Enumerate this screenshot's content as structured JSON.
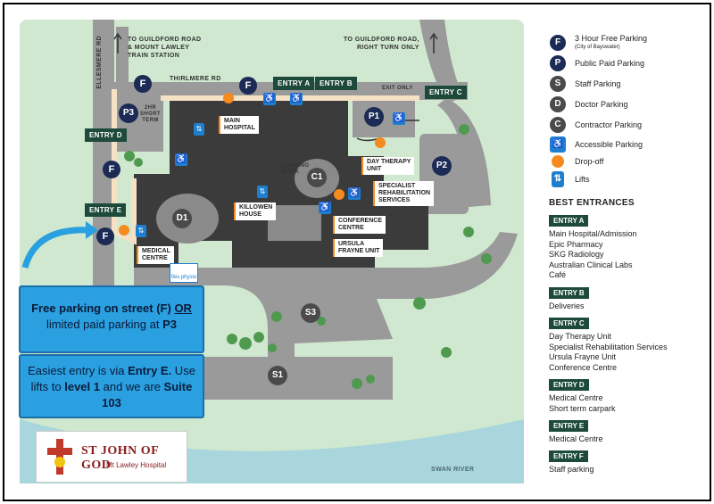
{
  "roads": {
    "ellesmere": "ELLESMERE RD",
    "thirlmere": "THIRLMERE RD",
    "to_guildford_left": "TO GUILDFORD ROAD\n& MOUNT LAWLEY\nTRAIN STATION",
    "to_guildford_right": "TO GUILDFORD ROAD,\nRIGHT TURN ONLY",
    "exit_only": "EXIT ONLY",
    "loading_dock": "LOADING\nDOCK",
    "short_term": "2HR\nSHORT\nTERM",
    "swan_river": "SWAN RIVER"
  },
  "buildings": {
    "main_hospital": "MAIN\nHOSPITAL",
    "day_therapy": "DAY THERAPY\nUNIT",
    "specialist": "SPECIALIST\nREHABILITATION\nSERVICES",
    "killowen": "KILLOWEN\nHOUSE",
    "conference": "CONFERENCE\nCENTRE",
    "ursula": "URSULA\nFRAYNE UNIT",
    "medical": "MEDICAL\nCENTRE"
  },
  "entries": {
    "a": "ENTRY A",
    "b": "ENTRY B",
    "c": "ENTRY C",
    "d": "ENTRY D",
    "e": "ENTRY E"
  },
  "markers": {
    "free": "F",
    "public": "P",
    "p1": "P1",
    "p2": "P2",
    "p3": "P3",
    "staff": "S",
    "s1": "S1",
    "s3": "S3",
    "doctor": "D",
    "d1": "D1",
    "contractor": "C",
    "c1": "C1"
  },
  "physio_badge": "flex.physio",
  "callouts": {
    "parking_pre": "Free parking on street (F) ",
    "parking_or": "OR",
    "parking_mid": " limited paid parking at ",
    "parking_p3": "P3",
    "entry_pre": "Easiest entry is via ",
    "entry_e": "Entry E.",
    "entry_mid": " Use lifts to ",
    "entry_level": "level 1",
    "entry_mid2": " and we are ",
    "entry_suite": "Suite 103"
  },
  "legend": {
    "free": "3 Hour Free Parking",
    "free_sub": "(City of Bayswater)",
    "public": "Public Paid Parking",
    "staff": "Staff Parking",
    "doctor": "Doctor Parking",
    "contractor": "Contractor Parking",
    "accessible": "Accessible Parking",
    "dropoff": "Drop-off",
    "lifts": "Lifts"
  },
  "best_entrances": {
    "title": "BEST ENTRANCES",
    "a_tag": "ENTRY A",
    "a_items": [
      "Main Hospital/Admission",
      "Epic Pharmacy",
      "SKG Radiology",
      "Australian Clinical Labs",
      "Café"
    ],
    "b_tag": "ENTRY B",
    "b_items": [
      "Deliveries"
    ],
    "c_tag": "ENTRY C",
    "c_items": [
      "Day Therapy Unit",
      "Specialist Rehabilitation Services",
      "Ursula Frayne Unit",
      "Conference Centre"
    ],
    "d_tag": "ENTRY D",
    "d_items": [
      "Medical Centre",
      "Short term carpark"
    ],
    "e_tag": "ENTRY E",
    "e_items": [
      "Medical Centre"
    ],
    "f_tag": "ENTRY F",
    "f_items": [
      "Staff parking"
    ]
  },
  "logo": {
    "name": "ST JOHN OF GOD",
    "sub": "Mt Lawley Hospital"
  },
  "colors": {
    "navy": "#1b2b55",
    "entry_green": "#1d4a3a",
    "dropoff_orange": "#f58a1f",
    "accessible_blue": "#1e7fd0",
    "callout_blue": "#2aa0e0",
    "map_green": "#cfe8cf",
    "river": "#a9d6dc"
  }
}
